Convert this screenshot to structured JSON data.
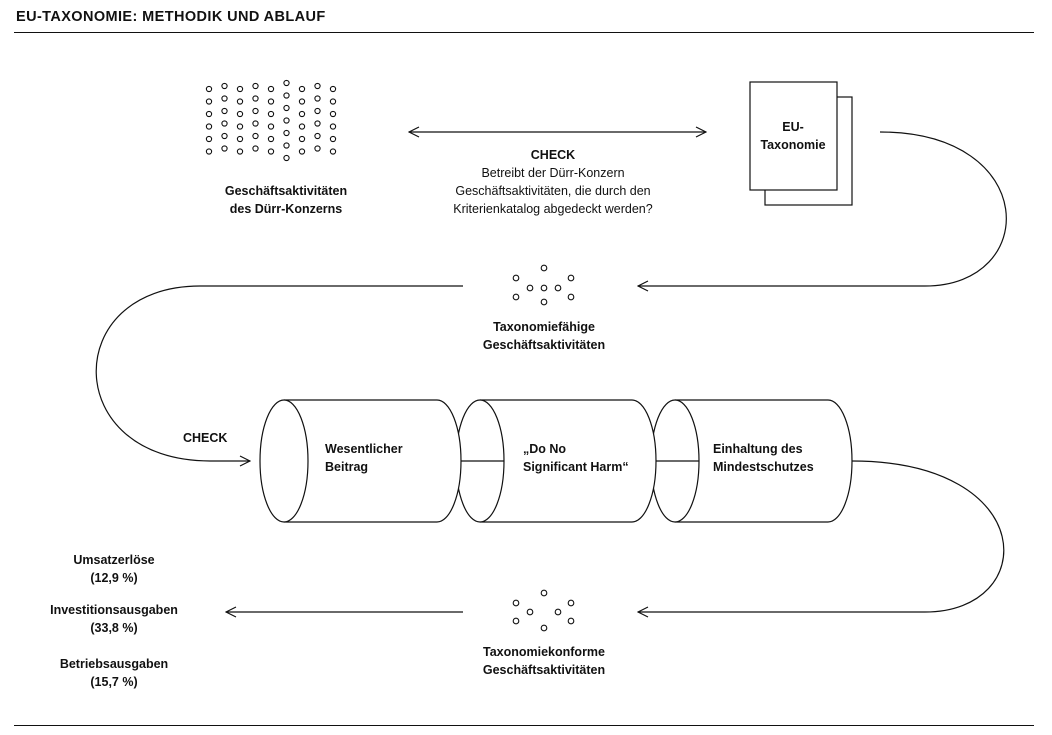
{
  "title": "EU-TAXONOMIE: METHODIK UND ABLAUF",
  "business_activities": {
    "line1": "Geschäftsaktivitäten",
    "line2": "des Dürr-Konzerns"
  },
  "check_top": {
    "heading": "CHECK",
    "line1": "Betreibt der Dürr-Konzern",
    "line2": "Geschäftsaktivitäten, die durch den",
    "line3": "Kriterienkatalog abgedeckt werden?"
  },
  "eu_document": {
    "line1": "EU-",
    "line2": "Taxonomie"
  },
  "eligible": {
    "line1": "Taxonomiefähige",
    "line2": "Geschäftsaktivitäten"
  },
  "check_mid": {
    "heading": "CHECK"
  },
  "criteria": [
    {
      "line1": "Wesentlicher",
      "line2": "Beitrag"
    },
    {
      "line1": "„Do No",
      "line2": "Significant Harm“"
    },
    {
      "line1": "Einhaltung des",
      "line2": "Mindestschutzes"
    }
  ],
  "aligned": {
    "line1": "Taxonomiekonforme",
    "line2": "Geschäftsaktivitäten"
  },
  "kpis": [
    {
      "label": "Umsatzerlöse",
      "value": "(12,9 %)"
    },
    {
      "label": "Investitionsausgaben",
      "value": "(33,8 %)"
    },
    {
      "label": "Betriebsausgaben",
      "value": "(15,7 %)"
    }
  ],
  "colors": {
    "ink": "#111111",
    "background": "#ffffff"
  }
}
